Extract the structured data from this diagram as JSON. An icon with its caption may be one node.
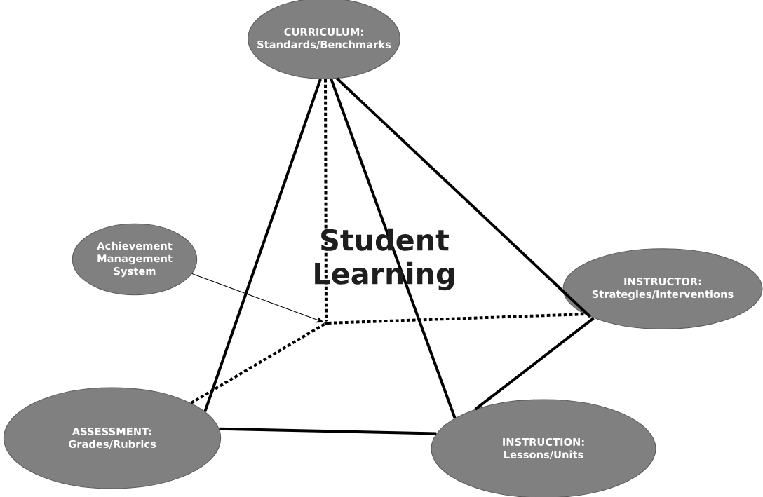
{
  "diagram": {
    "nodes": [
      {
        "text": [
          "CURRICULUM:",
          "Standards/Benchmarks"
        ]
      },
      {
        "text": [
          "Achievement Management System"
        ]
      },
      {
        "text": [
          "INSTRUCTOR:",
          "Strategies/Interventions"
        ]
      },
      {
        "text": [],
        "shape": "point"
      },
      {
        "text": [
          "ASSESSMENT:",
          "Grades/Rubrics"
        ]
      },
      {
        "text": [
          "INSTRUCTION:",
          "Lessons/Units"
        ]
      }
    ],
    "edges": [
      {
        "from": 0,
        "to": 4,
        "arrow": "none"
      },
      {
        "from": 0,
        "to": 5,
        "arrow": "none"
      },
      {
        "from": 0,
        "to": 2,
        "arrow": "none"
      },
      {
        "from": 0,
        "to": 3,
        "arrow": "none",
        "style": "dashed"
      },
      {
        "from": 3,
        "to": 2,
        "arrow": "none",
        "style": "dashed"
      },
      {
        "from": 3,
        "to": 4,
        "arrow": "none",
        "style": "dashed"
      },
      {
        "from": 4,
        "to": 5,
        "arrow": "none"
      },
      {
        "from": 5,
        "to": 2,
        "arrow": "none"
      },
      {
        "from": 1,
        "to": 3,
        "arrow": "to"
      }
    ],
    "labels": [
      "Student Learning"
    ]
  }
}
